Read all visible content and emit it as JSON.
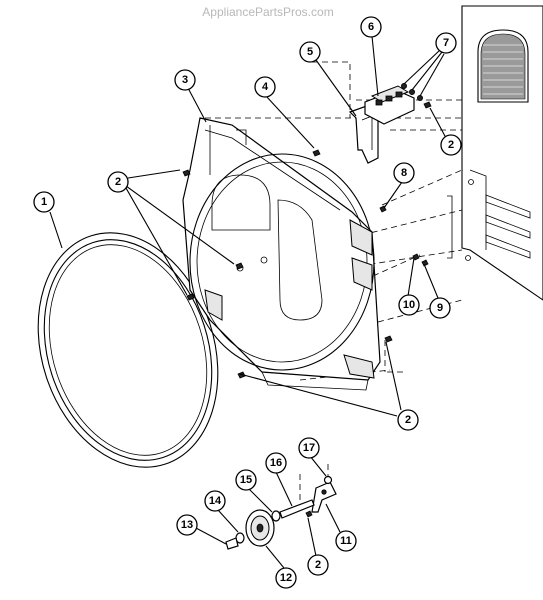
{
  "watermark": "AppliancePartsPros.com",
  "callouts": [
    {
      "id": "c1",
      "label": "1"
    },
    {
      "id": "c2a",
      "label": "2"
    },
    {
      "id": "c2b",
      "label": "2"
    },
    {
      "id": "c2c",
      "label": "2"
    },
    {
      "id": "c2d",
      "label": "2"
    },
    {
      "id": "c3",
      "label": "3"
    },
    {
      "id": "c4",
      "label": "4"
    },
    {
      "id": "c5",
      "label": "5"
    },
    {
      "id": "c6",
      "label": "6"
    },
    {
      "id": "c7",
      "label": "7"
    },
    {
      "id": "c8",
      "label": "8"
    },
    {
      "id": "c9",
      "label": "9"
    },
    {
      "id": "c10",
      "label": "10"
    },
    {
      "id": "c11",
      "label": "11"
    },
    {
      "id": "c12",
      "label": "12"
    },
    {
      "id": "c13",
      "label": "13"
    },
    {
      "id": "c14",
      "label": "14"
    },
    {
      "id": "c15",
      "label": "15"
    },
    {
      "id": "c16",
      "label": "16"
    },
    {
      "id": "c17",
      "label": "17"
    }
  ]
}
